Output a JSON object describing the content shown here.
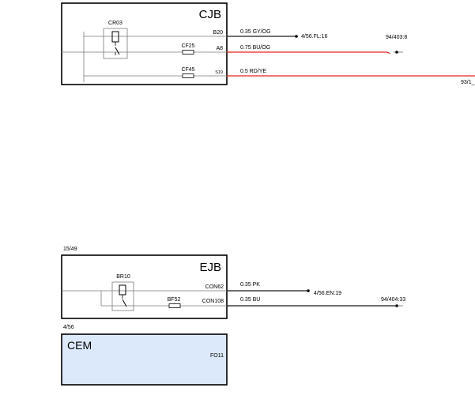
{
  "modules": {
    "cjb": {
      "name": "CJB",
      "relay": "CR03",
      "fuses": [
        "CF25",
        "CF45"
      ],
      "pins": [
        "B20",
        "A8",
        "S19"
      ]
    },
    "ejb": {
      "ref": "15/49",
      "name": "EJB",
      "relay": "BR10",
      "fuse": "BF52",
      "pins": [
        "CON62",
        "CON108"
      ]
    },
    "cem": {
      "ref": "4/56",
      "name": "CEM",
      "pin": "FO11"
    }
  },
  "wires": [
    {
      "id": "wire-b20",
      "label": "0.35 GY/OG",
      "color": "#1a1a1a",
      "end": "4/56.FL:16"
    },
    {
      "id": "wire-a8",
      "label": "0.75 BU/OG",
      "color": "#e8231f",
      "end": "94/403:8"
    },
    {
      "id": "wire-s19",
      "label": "0.5 RD/YE",
      "color": "#e8231f",
      "end": "93/1_"
    },
    {
      "id": "wire-con62",
      "label": "0.35 PK",
      "color": "#1a1a1a",
      "end": "4/56.EN:19"
    },
    {
      "id": "wire-con108",
      "label": "0.35 BU",
      "color": "#1a1a1a",
      "end": "94/404:33"
    }
  ],
  "colors": {
    "cem_fill": "#dce9fb",
    "box_border": "#000000",
    "internal_line": "#7a7a7a",
    "wire_red": "#e8231f",
    "wire_dark": "#1a1a1a"
  }
}
